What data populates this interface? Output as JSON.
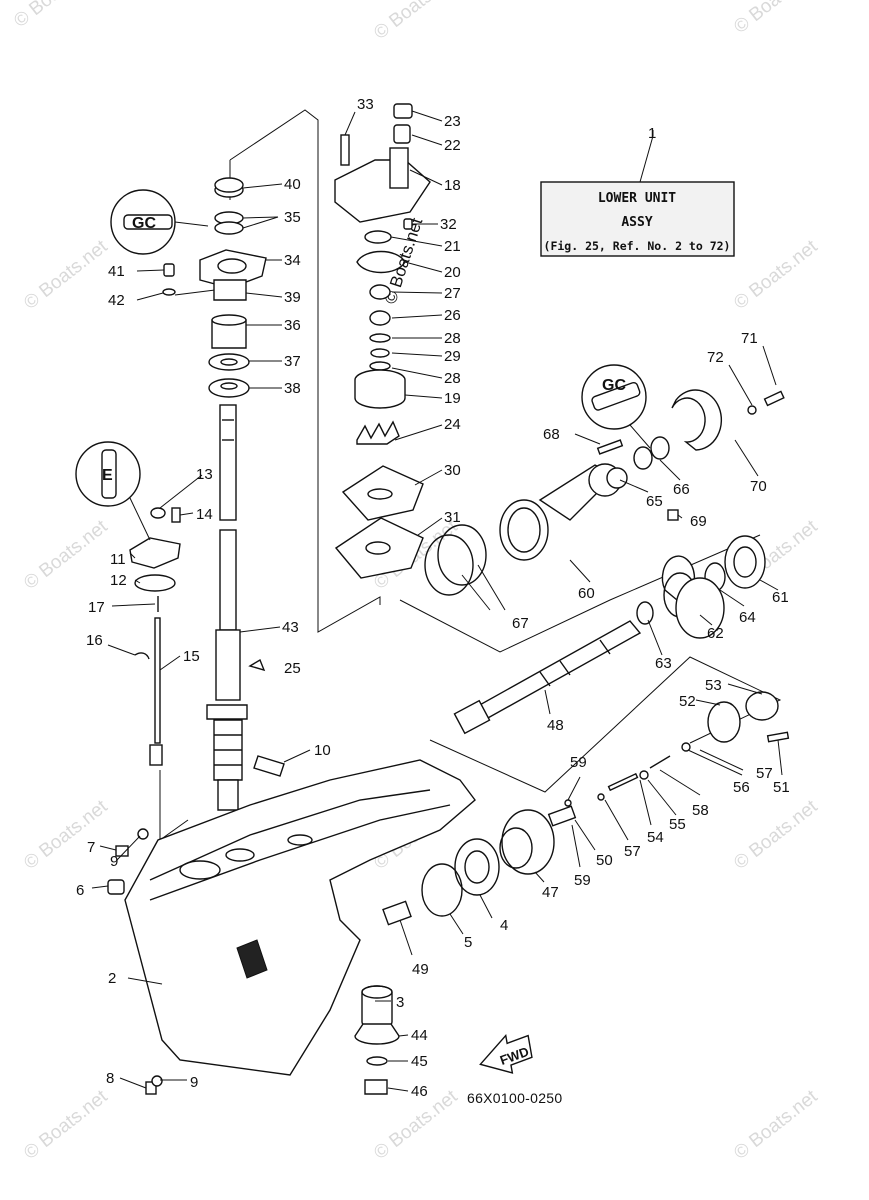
{
  "watermark": "© Boats.net",
  "title_box": {
    "ref": "1",
    "line1": "LOWER UNIT",
    "line2": "ASSY",
    "line3": "(Fig. 25, Ref. No. 2 to 72)"
  },
  "fwd_label": "FWD",
  "diagram_code": "66X0100-0250",
  "sealant_marks": {
    "gc": "GC",
    "e": "E"
  },
  "callouts": [
    "2",
    "3",
    "4",
    "5",
    "6",
    "7",
    "8",
    "9",
    "9",
    "10",
    "11",
    "12",
    "13",
    "14",
    "15",
    "16",
    "17",
    "18",
    "19",
    "20",
    "21",
    "22",
    "23",
    "24",
    "25",
    "26",
    "27",
    "28",
    "28",
    "29",
    "30",
    "31",
    "32",
    "33",
    "34",
    "35",
    "36",
    "37",
    "38",
    "39",
    "40",
    "41",
    "42",
    "43",
    "44",
    "45",
    "46",
    "47",
    "48",
    "49",
    "50",
    "51",
    "52",
    "53",
    "54",
    "55",
    "56",
    "57",
    "57",
    "58",
    "59",
    "59",
    "60",
    "61",
    "62",
    "63",
    "64",
    "65",
    "66",
    "67",
    "68",
    "69",
    "70",
    "71",
    "72"
  ],
  "colors": {
    "line": "#111111",
    "background": "#ffffff",
    "watermark": "#d9d9d9",
    "box_fill": "#f2f2f2"
  }
}
